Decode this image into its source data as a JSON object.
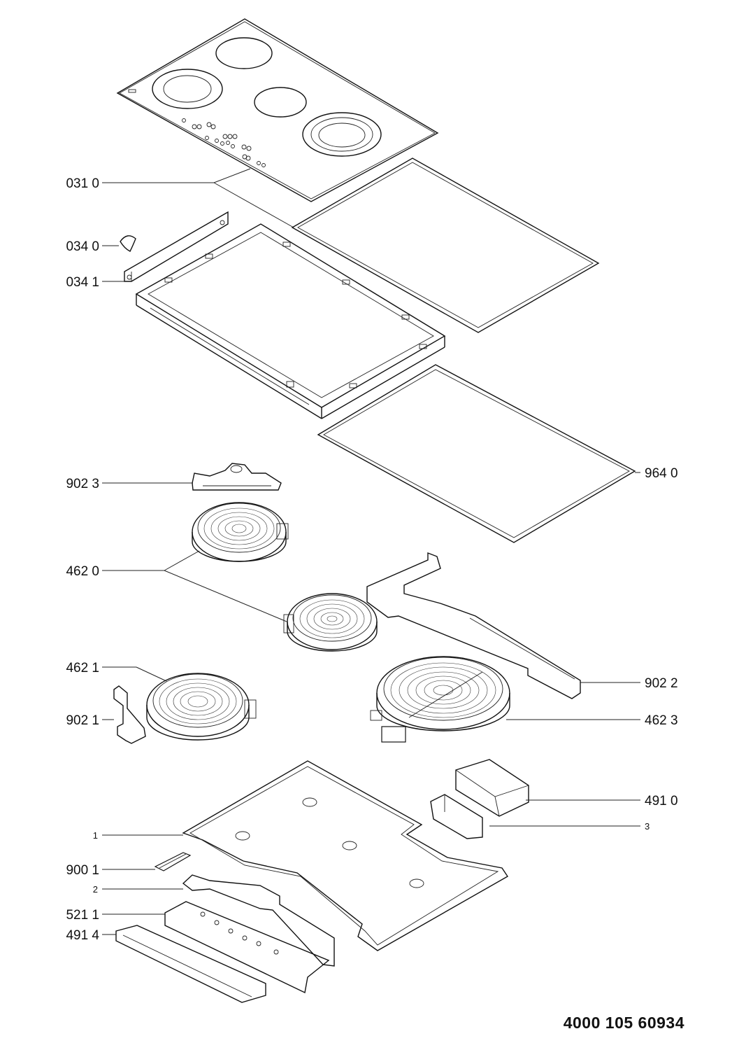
{
  "callouts": {
    "c031_0": "031 0",
    "c034_0": "034 0",
    "c034_1": "034 1",
    "c902_3": "902 3",
    "c964_0": "964 0",
    "c462_0": "462 0",
    "c462_1": "462 1",
    "c902_2": "902 2",
    "c902_1": "902 1",
    "c462_3": "462 3",
    "c491_0": "491 0",
    "c1": "1",
    "c3": "3",
    "c900_1": "900 1",
    "c2": "2",
    "c521_1": "521 1",
    "c491_4": "491 4"
  },
  "document_number": "4000 105 60934"
}
